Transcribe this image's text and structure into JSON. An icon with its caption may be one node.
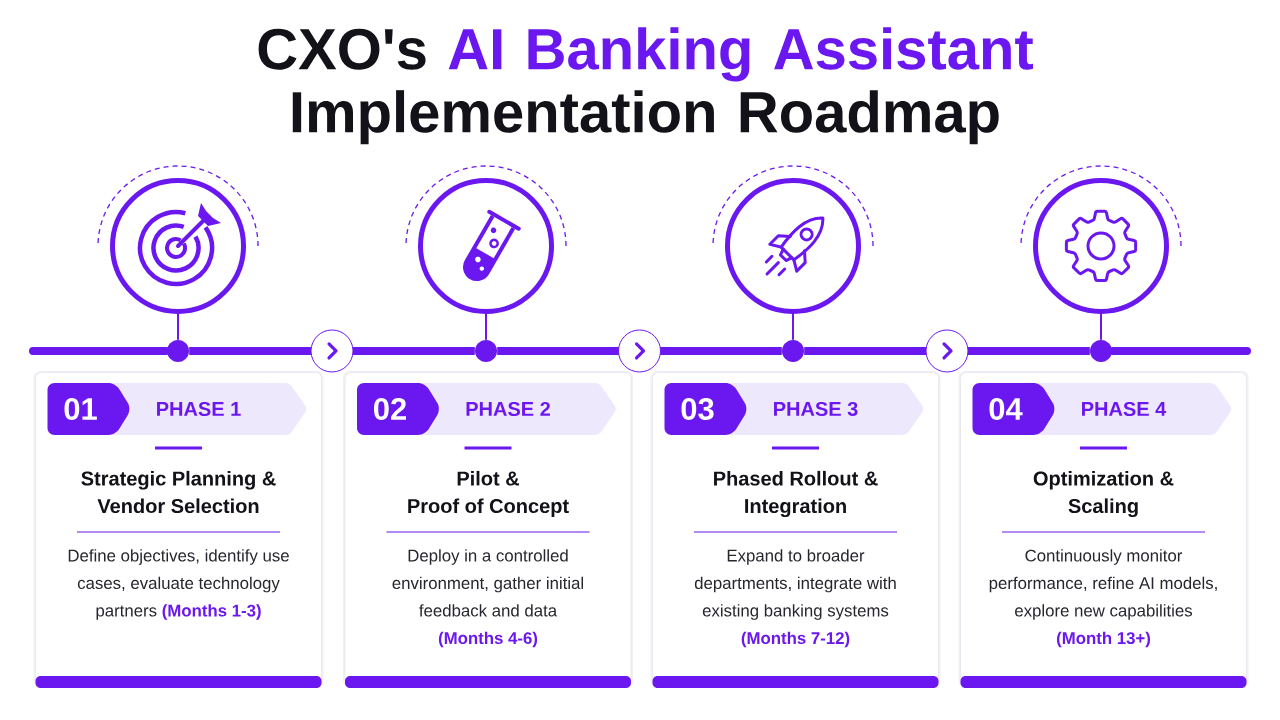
{
  "diagram": {
    "title": "CXO's **AI Banking Assistant** Implementation Roadmap",
    "nodes": [
      {
        "text": [],
        "shape": "circle"
      },
      {
        "text": [],
        "shape": "circle"
      },
      {
        "text": [],
        "shape": "circle"
      },
      {
        "text": [],
        "shape": "circle"
      },
      {
        "text": [],
        "shape": "circle"
      },
      {
        "text": [],
        "shape": "circle"
      },
      {
        "text": [],
        "shape": "circle"
      },
      {
        "text": [],
        "shape": "circle"
      },
      {
        "text": [
          "Strategic Planning & Vendor Selection",
          "Define objectives, identify use cases, evaluate technology partners **(Months 1-3)**"
        ]
      },
      {
        "text": [
          "01"
        ],
        "in": 8
      },
      {
        "text": [
          "PHASE 1"
        ],
        "in": 8
      },
      {
        "text": [
          "Pilot & Proof of Concept",
          "Deploy in a controlled environment, gather initial feedback and data **(Months 4-6)**"
        ]
      },
      {
        "text": [
          "02"
        ],
        "in": 11
      },
      {
        "text": [
          "PHASE 2"
        ],
        "in": 11
      },
      {
        "text": [
          "Phased Rollout & Integration",
          "Expand to broader departments, integrate with existing banking systems **(Months 7-12)**"
        ]
      },
      {
        "text": [
          "03"
        ],
        "in": 14
      },
      {
        "text": [
          "PHASE 3"
        ],
        "in": 14
      },
      {
        "text": [
          "Optimization & Scaling",
          "Continuously monitor performance, refine AI models, explore new capabilities **(Month 13+)**"
        ]
      },
      {
        "text": [
          "04"
        ],
        "in": 17
      },
      {
        "text": [
          "PHASE 4"
        ],
        "in": 17
      }
    ],
    "edges": [
      {
        "from": 0,
        "to": 4,
        "arrow": "none"
      },
      {
        "from": 1,
        "to": 5,
        "arrow": "none"
      },
      {
        "from": 2,
        "to": 6,
        "arrow": "none"
      },
      {
        "from": 3,
        "to": 7,
        "arrow": "none"
      },
      {
        "from": 4,
        "to": 5,
        "arrow": "to",
        "style": "thick"
      },
      {
        "from": 5,
        "to": 6,
        "arrow": "to",
        "style": "thick"
      },
      {
        "from": 6,
        "to": 7,
        "arrow": "to",
        "style": "thick"
      }
    ]
  }
}
